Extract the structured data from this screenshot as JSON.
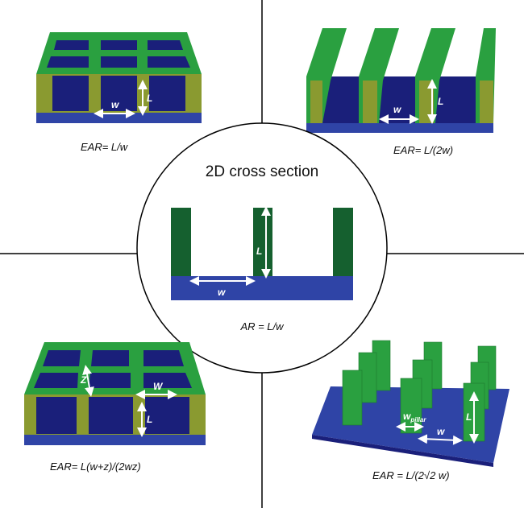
{
  "center": {
    "title": "2D cross section",
    "equation": "AR = L/w",
    "label_L": "L",
    "label_w": "w"
  },
  "panels": [
    {
      "equation": "EAR= L/w",
      "label_w": "w",
      "label_L": "L"
    },
    {
      "equation": "EAR= L/(2w)",
      "label_w": "w",
      "label_L": "L"
    },
    {
      "equation": "EAR= L(w+z)/(2wz)",
      "label_z": "Z",
      "label_W": "W",
      "label_L": "L"
    },
    {
      "equation": "EAR = L/(2√2 w)",
      "label_wpillar": "w",
      "label_wpillar_sub": "pillar",
      "label_w": "w",
      "label_L": "L"
    }
  ],
  "colors": {
    "green": "#2aa040",
    "dark_green": "#15602f",
    "blue": "#2f44a6",
    "dark_blue": "#1a1f7a",
    "olive": "#8a9a30"
  }
}
